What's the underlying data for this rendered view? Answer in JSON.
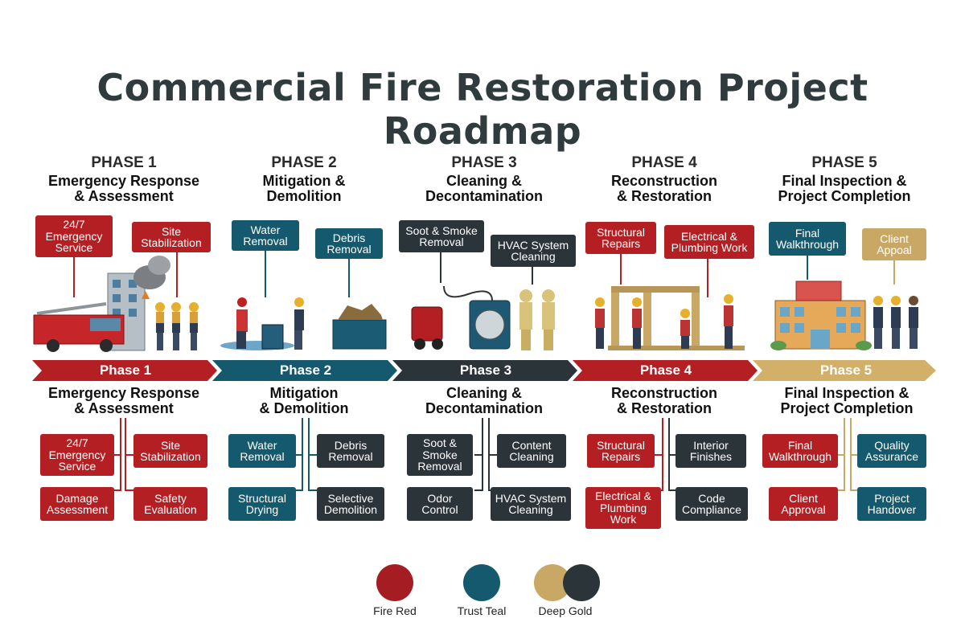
{
  "title": "Commercial Fire Restoration Project Roadmap",
  "colors": {
    "fire_red": "#b31f23",
    "trust_teal": "#14596e",
    "charcoal": "#2b3439",
    "deep_gold": "#c9a865"
  },
  "phases": [
    {
      "num": "PHASE 1",
      "name": "Emergency Response\n& Assessment",
      "top_boxes": [
        {
          "text": "24/7\nEmergency\nService",
          "style": "red"
        },
        {
          "text": "Site\nStabilization",
          "style": "red"
        }
      ],
      "illustration": "fire-truck-and-inspectors-icon",
      "arrow_label": "Phase 1",
      "bottom_name": "Emergency Response\n& Assessment",
      "bottom_boxes": [
        {
          "text": "24/7\nEmergency\nService",
          "style": "red"
        },
        {
          "text": "Site\nStabilization",
          "style": "red"
        },
        {
          "text": "Damage\nAssessment",
          "style": "red"
        },
        {
          "text": "Safety\nEvaluation",
          "style": "red"
        }
      ]
    },
    {
      "num": "PHASE 2",
      "name": "Mitigation &\nDemolition",
      "top_boxes": [
        {
          "text": "Water\nRemoval",
          "style": "teal"
        },
        {
          "text": "Debris\nRemoval",
          "style": "teal"
        }
      ],
      "illustration": "water-extraction-and-dumpster-icon",
      "arrow_label": "Phase 2",
      "bottom_name": "Mitigation\n& Demolition",
      "bottom_boxes": [
        {
          "text": "Water\nRemoval",
          "style": "teal"
        },
        {
          "text": "Debris\nRemoval",
          "style": "dark"
        },
        {
          "text": "Structural\nDrying",
          "style": "teal"
        },
        {
          "text": "Selective\nDemolition",
          "style": "dark"
        }
      ]
    },
    {
      "num": "PHASE 3",
      "name": "Cleaning &\nDecontamination",
      "top_boxes": [
        {
          "text": "Soot & Smoke\nRemoval",
          "style": "dark"
        },
        {
          "text": "HVAC System\nCleaning",
          "style": "dark"
        }
      ],
      "illustration": "cleaning-equipment-and-hazmat-workers-icon",
      "arrow_label": "Phase 3",
      "bottom_name": "Cleaning &\nDecontamination",
      "bottom_boxes": [
        {
          "text": "Soot &\nSmoke\nRemoval",
          "style": "dark"
        },
        {
          "text": "Content\nCleaning",
          "style": "dark"
        },
        {
          "text": "Odor\nControl",
          "style": "dark"
        },
        {
          "text": "HVAC System\nCleaning",
          "style": "dark"
        }
      ]
    },
    {
      "num": "PHASE 4",
      "name": "Reconstruction\n& Restoration",
      "top_boxes": [
        {
          "text": "Structural\nRepairs",
          "style": "red"
        },
        {
          "text": "Electrical &\nPlumbing Work",
          "style": "red"
        }
      ],
      "illustration": "framing-construction-workers-icon",
      "arrow_label": "Phase 4",
      "bottom_name": "Reconstruction\n& Restoration",
      "bottom_boxes": [
        {
          "text": "Structural\nRepairs",
          "style": "red"
        },
        {
          "text": "Interior\nFinishes",
          "style": "dark"
        },
        {
          "text": "Electrical &\nPlumbing\nWork",
          "style": "red"
        },
        {
          "text": "Code\nCompliance",
          "style": "dark"
        }
      ]
    },
    {
      "num": "PHASE 5",
      "name": "Final Inspection &\nProject Completion",
      "top_boxes": [
        {
          "text": "Final\nWalkthrough",
          "style": "teal"
        },
        {
          "text": "Client\nAppoal",
          "style": "gold"
        }
      ],
      "illustration": "restored-building-and-handover-icon",
      "arrow_label": "Phase 5",
      "bottom_name": "Final Inspection &\nProject Completion",
      "bottom_boxes": [
        {
          "text": "Final\nWalkthrough",
          "style": "red"
        },
        {
          "text": "Quality\nAssurance",
          "style": "teal"
        },
        {
          "text": "Client\nApproval",
          "style": "red"
        },
        {
          "text": "Project\nHandover",
          "style": "teal"
        }
      ]
    }
  ],
  "legend": [
    {
      "label": "Fire Red",
      "color": "#a51d22"
    },
    {
      "label": "Trust Teal",
      "color": "#14596e"
    },
    {
      "label": "Deep Gold",
      "color": "#c9a865"
    }
  ]
}
